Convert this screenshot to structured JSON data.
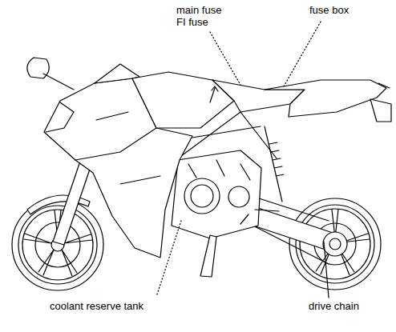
{
  "diagram": {
    "labels": [
      "main fuse",
      "FI fuse",
      "fuse box",
      "coolant reserve tank",
      "drive chain"
    ]
  }
}
